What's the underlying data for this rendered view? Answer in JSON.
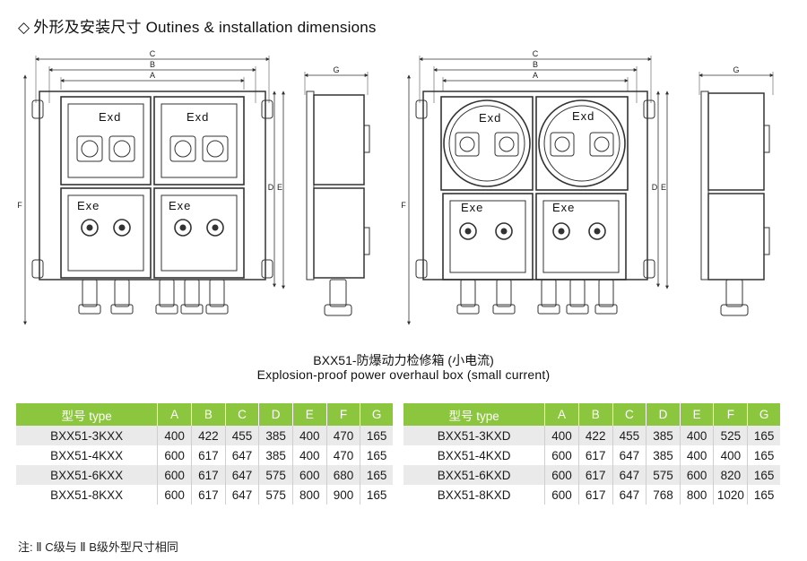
{
  "heading": {
    "symbol": "◇",
    "text": "外形及安装尺寸 Outines & installation dimensions"
  },
  "drawing_labels": {
    "dim_c": "C",
    "dim_b": "B",
    "dim_a": "A",
    "dim_g": "G",
    "dim_d": "D",
    "dim_e": "E",
    "dim_f": "F",
    "exd": "Exd",
    "exe": "Exe"
  },
  "caption": {
    "cn": "BXX51-防爆动力检修箱 (小电流)",
    "en": "Explosion-proof power overhaul box (small current)"
  },
  "columns": [
    "型号 type",
    "A",
    "B",
    "C",
    "D",
    "E",
    "F",
    "G"
  ],
  "table_left": [
    [
      "BXX51-3KXX",
      "400",
      "422",
      "455",
      "385",
      "400",
      "470",
      "165"
    ],
    [
      "BXX51-4KXX",
      "600",
      "617",
      "647",
      "385",
      "400",
      "470",
      "165"
    ],
    [
      "BXX51-6KXX",
      "600",
      "617",
      "647",
      "575",
      "600",
      "680",
      "165"
    ],
    [
      "BXX51-8KXX",
      "600",
      "617",
      "647",
      "575",
      "800",
      "900",
      "165"
    ]
  ],
  "table_right": [
    [
      "BXX51-3KXD",
      "400",
      "422",
      "455",
      "385",
      "400",
      "525",
      "165"
    ],
    [
      "BXX51-4KXD",
      "600",
      "617",
      "647",
      "385",
      "400",
      "400",
      "165"
    ],
    [
      "BXX51-6KXD",
      "600",
      "617",
      "647",
      "575",
      "600",
      "820",
      "165"
    ],
    [
      "BXX51-8KXD",
      "600",
      "617",
      "647",
      "768",
      "800",
      "1020",
      "165"
    ]
  ],
  "note": "注: Ⅱ C级与 Ⅱ B级外型尺寸相同"
}
